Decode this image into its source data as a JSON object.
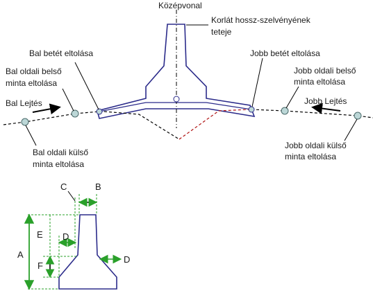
{
  "colors": {
    "outline": "#2b2b8a",
    "dashed_black": "#000000",
    "dashed_red": "#b01010",
    "dim_green": "#2aa02a",
    "node_fill": "#bcd7d7",
    "node_stroke": "#4a6a6a"
  },
  "labels": {
    "centerline": "Középvonal",
    "top_line1": "Korlát hossz-szelvényének",
    "top_line2": "teteje",
    "left_insert": "Bal betét eltolása",
    "right_insert": "Jobb betét eltolása",
    "left_inner_1": "Bal oldali belső",
    "left_inner_2": "minta eltolása",
    "right_inner_1": "Jobb oldali belső",
    "right_inner_2": "minta eltolása",
    "left_slope": "Bal Lejtés",
    "right_slope": "Jobb Lejtés",
    "left_outer_1": "Bal oldali külső",
    "left_outer_2": "minta eltolása",
    "right_outer_1": "Jobb oldali külső",
    "right_outer_2": "minta eltolása"
  },
  "dims": {
    "A": "A",
    "B": "B",
    "C": "C",
    "D": "D",
    "E": "E",
    "F": "F"
  }
}
